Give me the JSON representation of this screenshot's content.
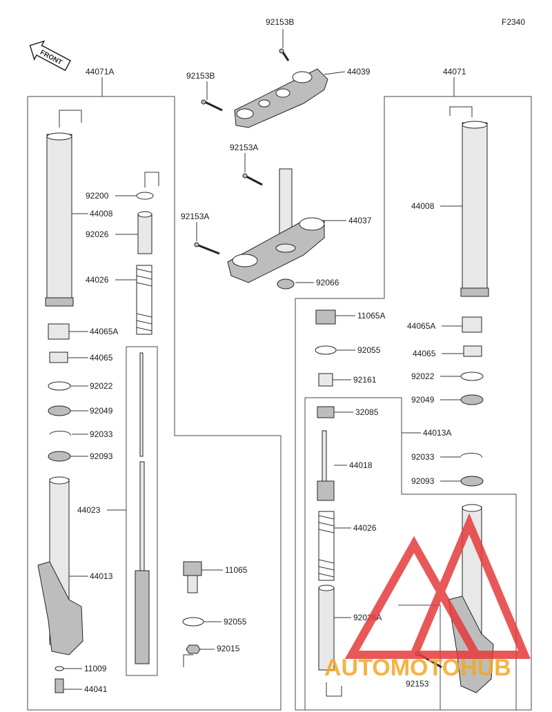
{
  "figure_code": "F2340",
  "front_label": "FRONT",
  "assemblies": {
    "left": "44071A",
    "right": "44071",
    "right_inner": "44013A"
  },
  "labels": {
    "92153B_top": "92153B",
    "44039": "44039",
    "92153B_left": "92153B",
    "92153A_top": "92153A",
    "44037": "44037",
    "92153A_left": "92153A",
    "92066": "92066",
    "L_92200": "92200",
    "L_44008": "44008",
    "L_92026": "92026",
    "L_44026": "44026",
    "L_44065A": "44065A",
    "L_44065": "44065",
    "L_92022": "92022",
    "L_92049": "92049",
    "L_92033": "92033",
    "L_92093": "92093",
    "L_44023": "44023",
    "L_44013": "44013",
    "L_11065": "11065",
    "L_92055": "92055",
    "L_92015": "92015",
    "L_11009": "11009",
    "L_44041": "44041",
    "R_44008": "44008",
    "R_11065A": "11065A",
    "R_44065A": "44065A",
    "R_92055": "92055",
    "R_44065": "44065",
    "R_92161": "92161",
    "R_92022": "92022",
    "R_92049": "92049",
    "R_32085": "32085",
    "R_44018": "44018",
    "R_92033": "92033",
    "R_92093": "92093",
    "R_44026": "44026",
    "R_92026A": "92026A",
    "R_92153": "92153"
  },
  "watermark": "AUTOMOTOHUB",
  "colors": {
    "watermark_red": "#e63b3b",
    "watermark_orange": "#f5a623"
  }
}
